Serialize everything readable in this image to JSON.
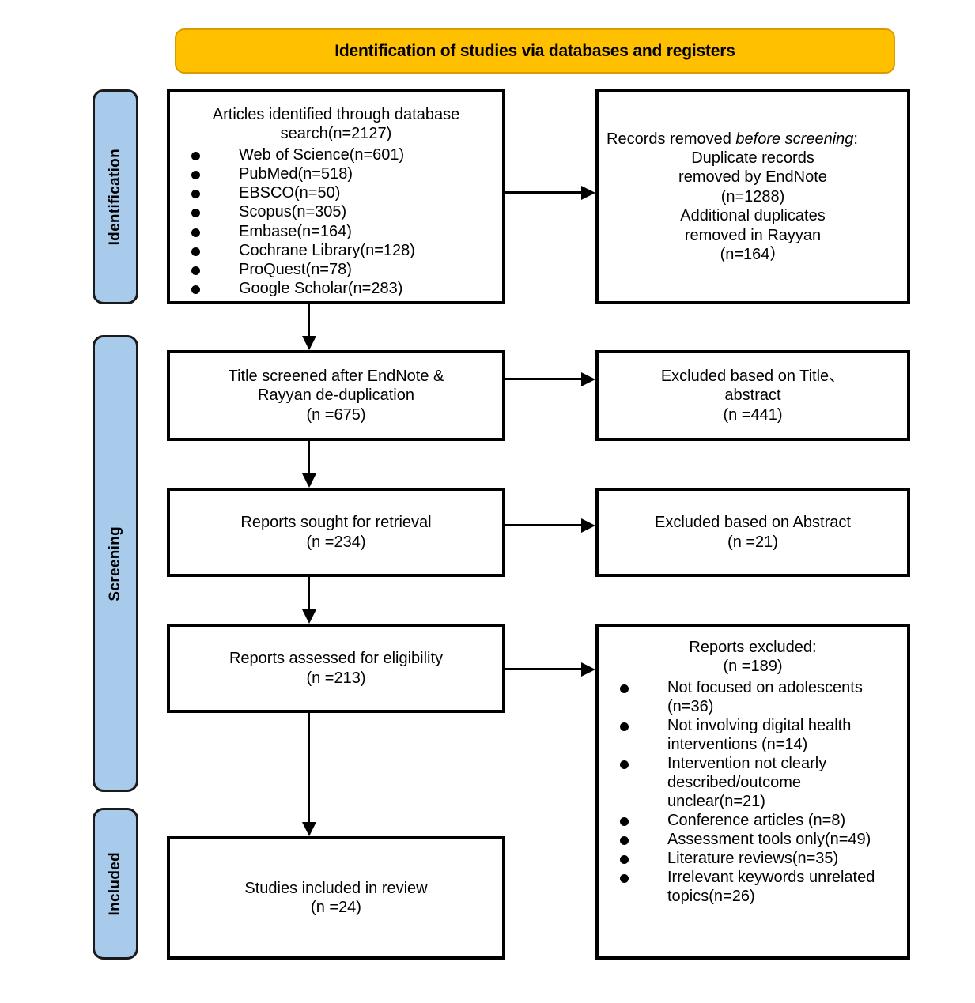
{
  "diagram": {
    "title": "Identification of studies via databases and registers",
    "colors": {
      "banner": "#FFC000",
      "stage_label": "#A8CBEC",
      "box_border": "#000000"
    },
    "stages": [
      {
        "label": "Identification"
      },
      {
        "label": "Screening"
      },
      {
        "label": "Included"
      }
    ],
    "boxes": {
      "identified": {
        "heading_line1": "Articles identified through database",
        "heading_line2": "search(n=2127)",
        "sources": [
          "Web of Science(n=601)",
          "PubMed(n=518)",
          "EBSCO(n=50)",
          "Scopus(n=305)",
          "Embase(n=164)",
          "Cochrane Library(n=128)",
          "ProQuest(n=78)",
          "Google Scholar(n=283)"
        ]
      },
      "removed_before_screening": {
        "lead_prefix": "Records removed ",
        "lead_italic": "before screening",
        "lead_suffix": ":",
        "line1": "Duplicate records",
        "line2": "removed by EndNote",
        "line3": "(n=1288)",
        "line4": "Additional duplicates",
        "line5": "removed in Rayyan",
        "line6": "(n=164）"
      },
      "title_screened": {
        "line1": "Title screened after EndNote &",
        "line2": "Rayyan de-duplication",
        "line3": "(n =675)"
      },
      "excluded_title_abstract": {
        "line1": "Excluded based on Title、",
        "line2": "abstract",
        "line3": "(n =441)"
      },
      "reports_sought": {
        "line1": "Reports sought for retrieval",
        "line2": "(n =234)"
      },
      "excluded_abstract": {
        "line1": "Excluded based on Abstract",
        "line2": "(n =21)"
      },
      "reports_assessed": {
        "line1": "Reports assessed for eligibility",
        "line2": "(n =213)"
      },
      "reports_excluded": {
        "heading_line1": "Reports excluded:",
        "heading_line2": "(n =189)",
        "reasons": [
          "Not focused on adolescents (n=36)",
          "Not involving digital health interventions (n=14)",
          "Intervention not clearly described/outcome unclear(n=21)",
          "Conference articles (n=8)",
          "Assessment tools only(n=49)",
          "Literature reviews(n=35)",
          "Irrelevant keywords unrelated topics(n=26)"
        ]
      },
      "studies_included": {
        "line1": "Studies included in review",
        "line2": "(n =24)"
      }
    }
  }
}
